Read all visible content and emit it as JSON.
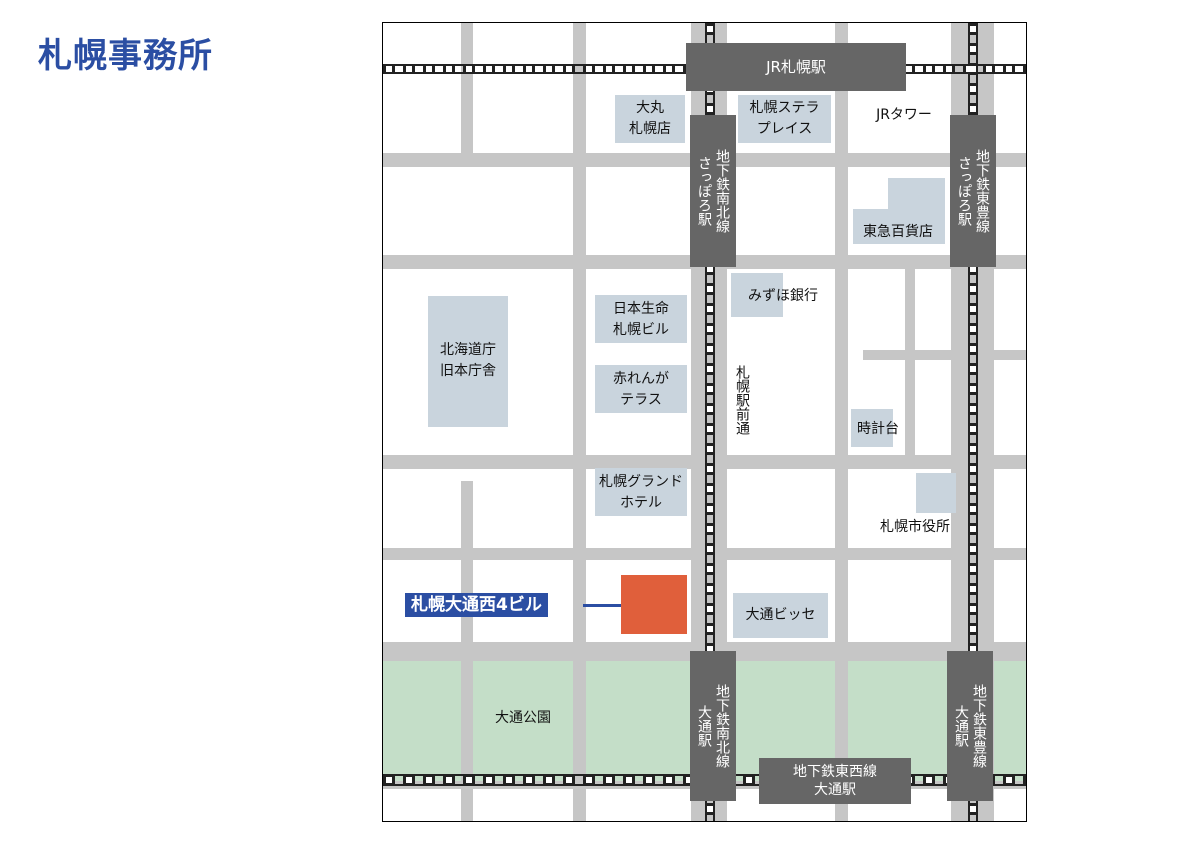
{
  "page_title": "札幌事務所",
  "stations": {
    "jr_sapporo": "JR札幌駅",
    "namboku_sapporo": [
      "地下鉄南北線",
      "さっぽろ駅"
    ],
    "toho_sapporo": [
      "地下鉄東豊線",
      "さっぽろ駅"
    ],
    "namboku_odori": [
      "地下鉄南北線",
      "大通駅"
    ],
    "toho_odori": [
      "地下鉄東豊線",
      "大通駅"
    ],
    "tozai_odori": [
      "地下鉄東西線",
      "大通駅"
    ]
  },
  "landmarks": {
    "daimaru": [
      "大丸",
      "札幌店"
    ],
    "stellar": [
      "札幌ステラ",
      "プレイス"
    ],
    "jr_tower": "JRタワー",
    "tokyu": "東急百貨店",
    "mizuho": "みずほ銀行",
    "nissay": [
      "日本生命",
      "札幌ビル"
    ],
    "akarenga": [
      "赤れんが",
      "テラス"
    ],
    "hokkaido_office": [
      "北海道庁",
      "旧本庁舎"
    ],
    "ekimae_dori": "札幌駅前通",
    "clock_tower": "時計台",
    "grand_hotel": [
      "札幌グランド",
      "ホテル"
    ],
    "city_hall": "札幌市役所",
    "odori_bisse": "大通ビッセ",
    "odori_park": "大通公園"
  },
  "target_label": "札幌大通西4ビル",
  "colors": {
    "accent": "#2b4ea3",
    "target": "#e05f3b",
    "station": "#666666",
    "road": "#c6c6c6",
    "building": "#c9d4dd",
    "park": "#c4dec8"
  }
}
